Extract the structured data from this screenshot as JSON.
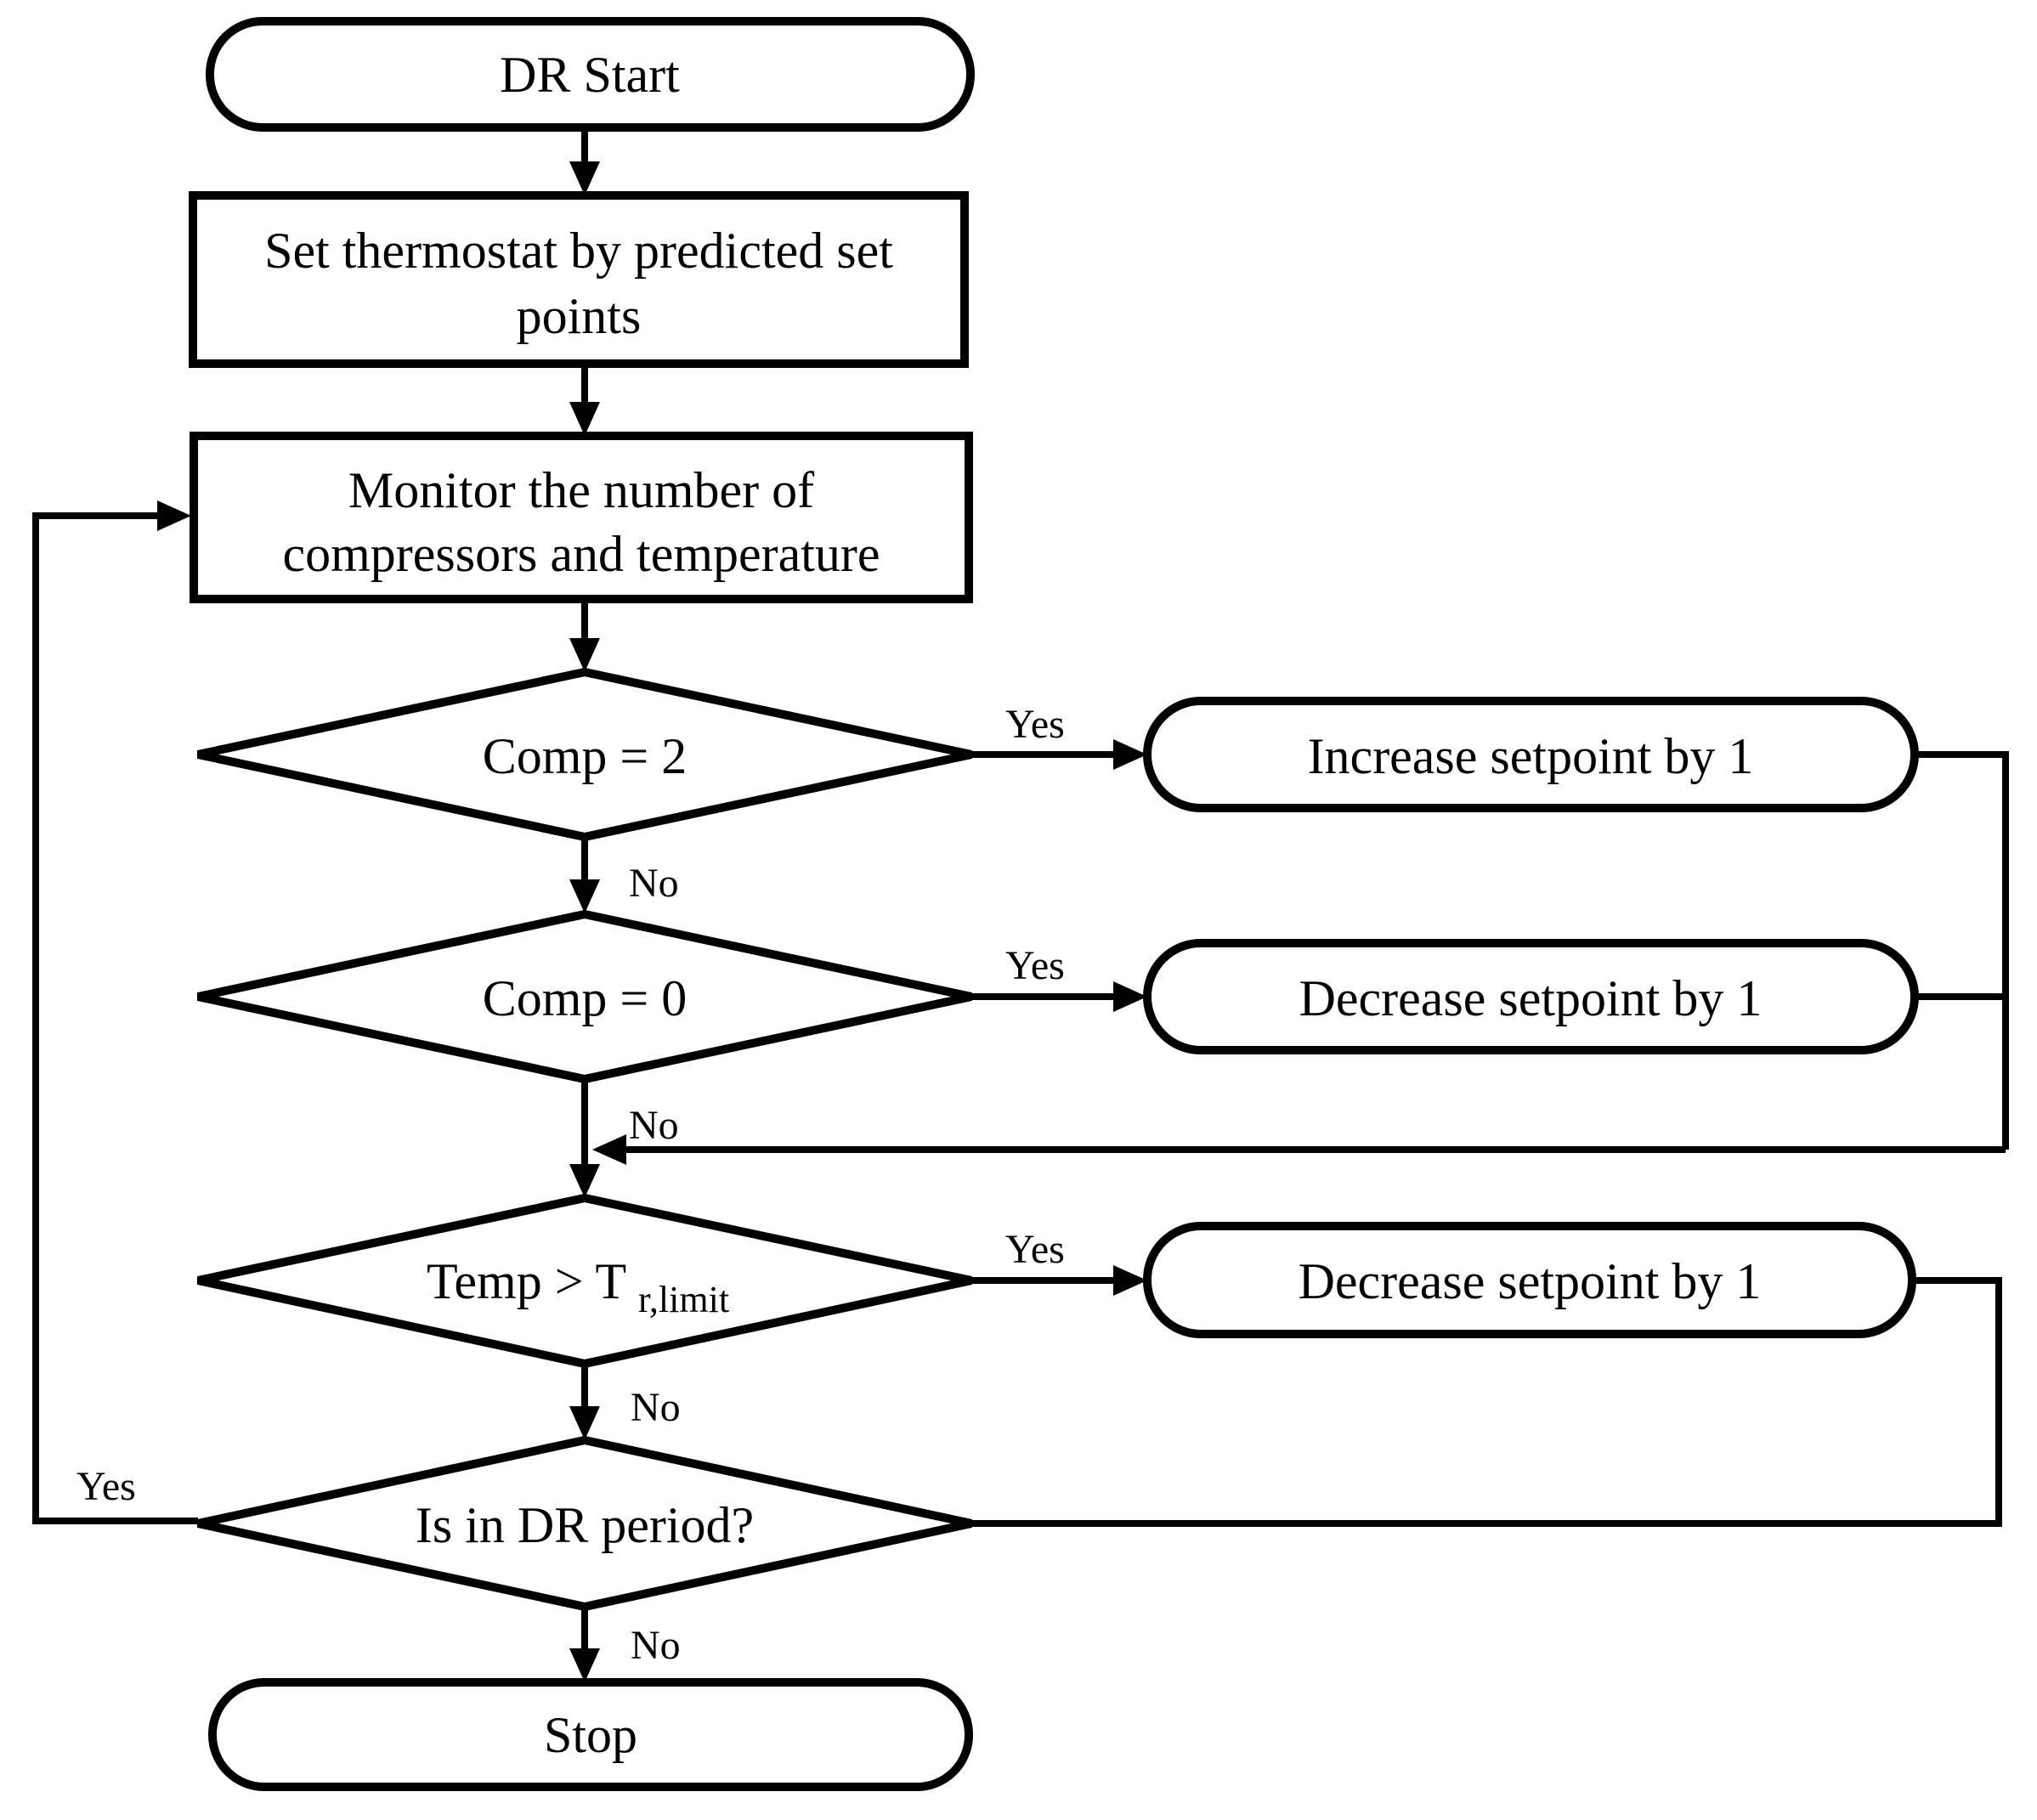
{
  "figure": {
    "description": "DR (demand response) thermostat control flowchart",
    "background_color": "#ffffff",
    "line_color": "#000000"
  },
  "nodes": {
    "start": {
      "type": "terminator",
      "label": "DR Start"
    },
    "set_thermostat": {
      "type": "process",
      "line1": "Set thermostat by predicted set",
      "line2": "points"
    },
    "monitor": {
      "type": "process",
      "line1": "Monitor the number of",
      "line2": "compressors and temperature"
    },
    "comp2": {
      "type": "decision",
      "label": "Comp = 2"
    },
    "increase": {
      "type": "terminator",
      "label": "Increase setpoint by 1"
    },
    "comp0": {
      "type": "decision",
      "label": "Comp = 0"
    },
    "decrease1": {
      "type": "terminator",
      "label": "Decrease setpoint by 1"
    },
    "temp_check": {
      "type": "decision",
      "label_main": "Temp > T",
      "label_sub": "r,limit"
    },
    "decrease2": {
      "type": "terminator",
      "label": "Decrease setpoint by 1"
    },
    "dr_period": {
      "type": "decision",
      "label": "Is in DR period?"
    },
    "stop": {
      "type": "terminator",
      "label": "Stop"
    }
  },
  "edges": {
    "comp2_yes": "Yes",
    "comp2_no": "No",
    "comp0_yes": "Yes",
    "comp0_no": "No",
    "temp_yes": "Yes",
    "temp_no": "No",
    "dr_yes": "Yes",
    "dr_no": "No"
  }
}
